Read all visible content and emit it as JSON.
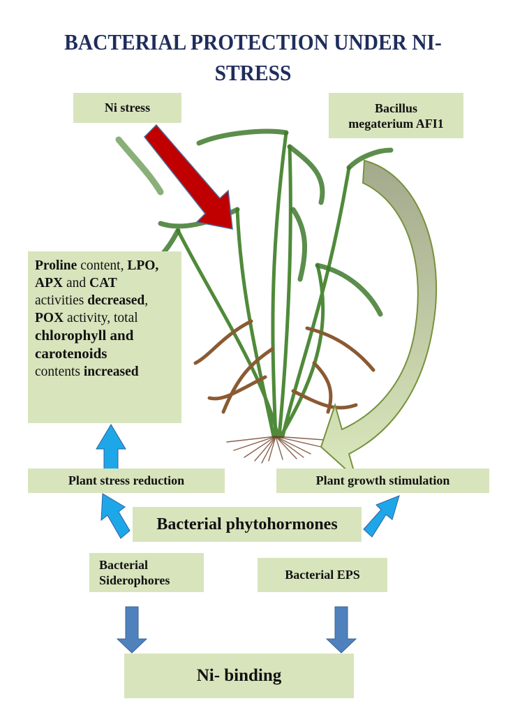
{
  "title_line1": "BACTERIAL PROTECTION UNDER NI-",
  "title_line2": "STRESS",
  "boxes": {
    "ni_stress": "Ni stress",
    "bacillus_line1": "Bacillus",
    "bacillus_line2": "megaterium AFI1",
    "stress_reduction": "Plant stress reduction",
    "growth_stimulation": "Plant growth stimulation",
    "phytohormones": "Bacterial phytohormones",
    "siderophores_line1": "Bacterial",
    "siderophores_line2": "Siderophores",
    "eps": "Bacterial EPS",
    "ni_binding": "Ni- binding"
  },
  "effects": {
    "t1": "Proline",
    "t2": " content, ",
    "t3": "LPO,",
    "t4": "APX",
    "t5": " and ",
    "t6": "CAT",
    "t7": "activities ",
    "t8": "decreased",
    "t9": ",",
    "t10": "POX",
    "t11": " activity, total",
    "t12": "chlorophyll and",
    "t13": "carotenoids",
    "t14": "contents ",
    "t15": "increased"
  },
  "colors": {
    "box_fill": "#d8e4bc",
    "title": "#1f2d5c",
    "stress_arrow": "#c00000",
    "light_blue_arrow": "#1ea7e8",
    "dark_blue_arrow": "#4f81bd",
    "curved_arrow_top": "#a7ad92",
    "curved_arrow_bottom": "#d7e6b8"
  }
}
